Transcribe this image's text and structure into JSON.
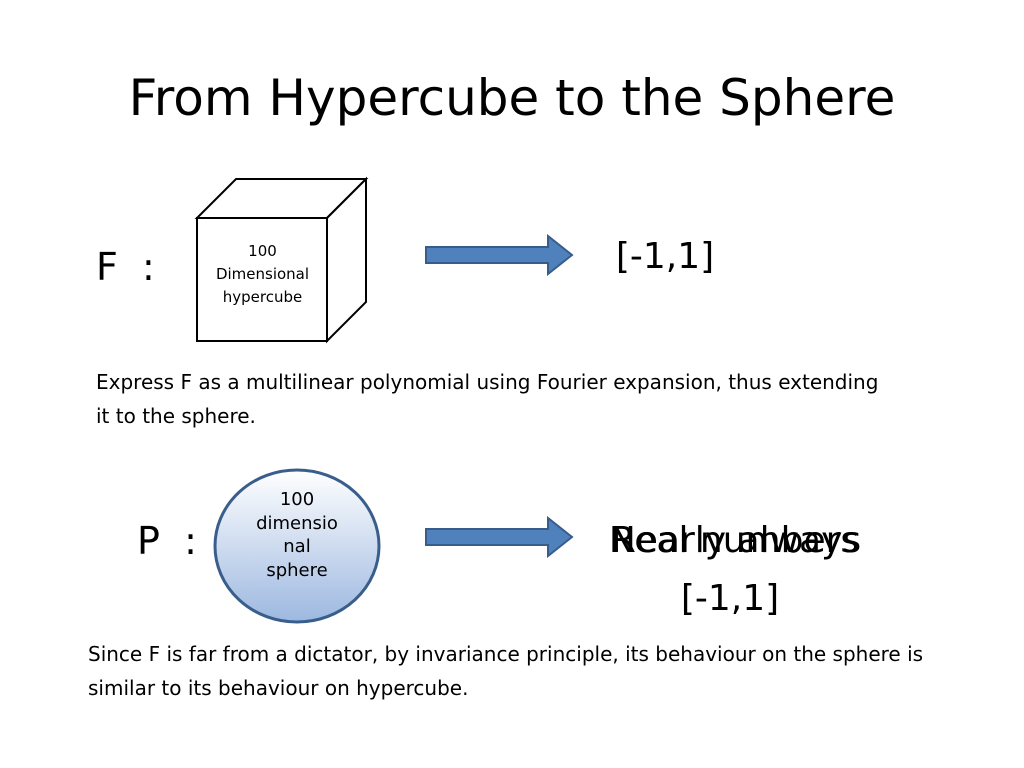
{
  "slide": {
    "title": "From Hypercube to the Sphere"
  },
  "top_row": {
    "function_label": "F  :",
    "cube_text": [
      "100",
      "Dimensional",
      "hypercube"
    ],
    "range": "[-1,1]"
  },
  "middle_paragraph": "Express F as a multilinear polynomial using Fourier expansion, thus extending it to the sphere.",
  "bottom_row": {
    "function_label": "P  :",
    "sphere_text": [
      "100",
      "dimensio",
      "nal",
      "sphere"
    ],
    "range_overlap_a": "Real numbers",
    "range_overlap_b": "Nearly always",
    "range": "[-1,1]"
  },
  "bottom_paragraph": "Since F is far from a dictator,  by invariance principle, its behaviour on the sphere is similar to its behaviour on hypercube.",
  "colors": {
    "arrow_fill": "#4f81bd",
    "arrow_stroke": "#385d8a",
    "sphere_stroke": "#3a5e8c",
    "sphere_gradient_top": "#ffffff",
    "sphere_gradient_bottom": "#9db8e0"
  },
  "icons": {
    "cube": "hypercube-icon",
    "sphere": "sphere-icon",
    "arrow": "right-arrow-icon"
  }
}
